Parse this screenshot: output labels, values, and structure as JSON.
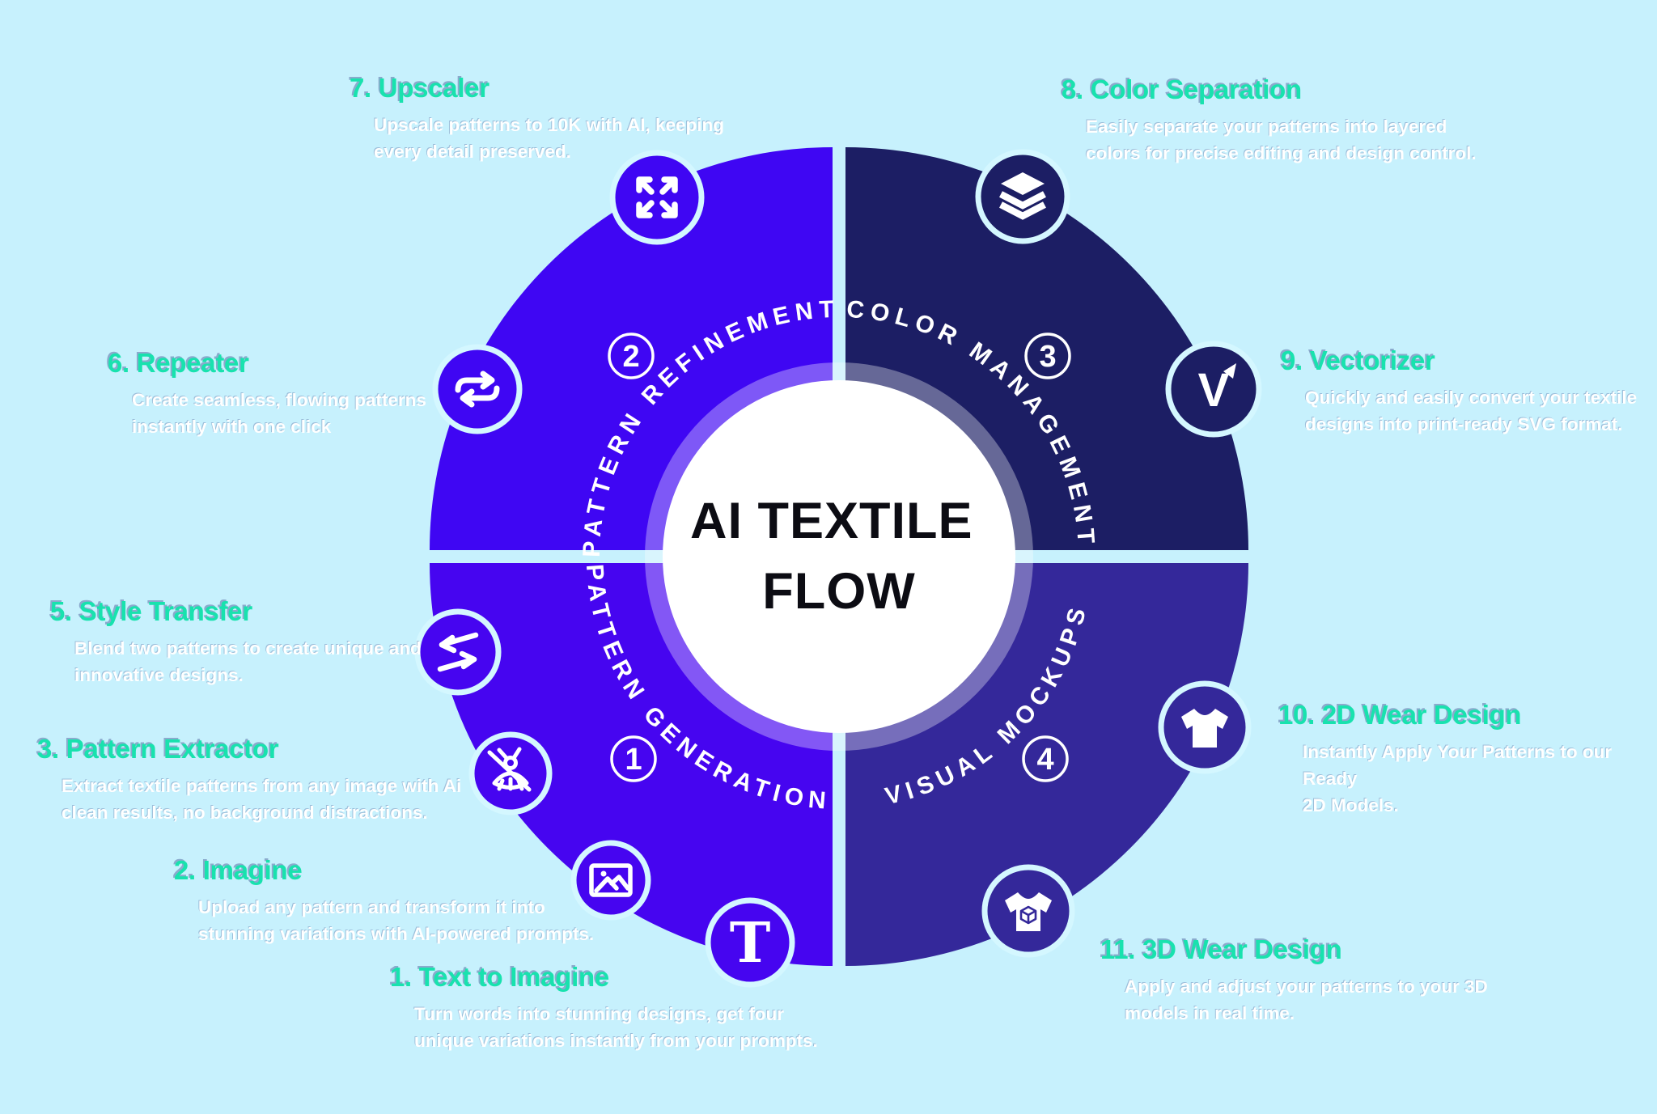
{
  "title": {
    "line1": "AI TEXTILE",
    "line2": "FLOW"
  },
  "quadrants": {
    "pattern_refinement": {
      "label": "PATTERN REFINEMENT",
      "number": "2"
    },
    "color_management": {
      "label": "COLOR MANAGEMENT",
      "number": "3"
    },
    "pattern_generation": {
      "label": "PATTERN GENERATION",
      "number": "1"
    },
    "visual_mockups": {
      "label": "VISUAL MOCKUPS",
      "number": "4"
    }
  },
  "steps": {
    "text_to_imagine": {
      "title": "1. Text to Imagine",
      "desc": "Turn words into stunning designs, get four\nunique variations instantly from your prompts."
    },
    "imagine": {
      "title": "2. Imagine",
      "desc": "Upload any pattern and transform it into\nstunning variations with AI-powered prompts."
    },
    "pattern_extractor": {
      "title": "3. Pattern Extractor",
      "desc": "Extract textile patterns from any image with Ai\nclean results, no background distractions."
    },
    "style_transfer": {
      "title": "5. Style Transfer",
      "desc": "Blend two patterns to create unique and\ninnovative designs."
    },
    "repeater": {
      "title": "6. Repeater",
      "desc": "Create seamless, flowing patterns\ninstantly with one click"
    },
    "upscaler": {
      "title": "7. Upscaler",
      "desc": "Upscale patterns to 10K with AI, keeping\nevery detail preserved."
    },
    "color_separation": {
      "title": "8. Color Separation",
      "desc": "Easily separate your patterns into layered\ncolors for precise editing and design control."
    },
    "vectorizer": {
      "title": "9. Vectorizer",
      "desc": "Quickly and easily convert your textile\ndesigns into print-ready SVG format."
    },
    "wear_2d": {
      "title": "10. 2D Wear Design",
      "desc": "Instantly Apply Your Patterns to our Ready\n2D Models."
    },
    "wear_3d": {
      "title": "11. 3D Wear Design",
      "desc": "Apply and adjust your patterns to your 3D\nmodels in real time."
    }
  },
  "icons": {
    "expand": "expand-arrows-icon",
    "layers": "layers-icon",
    "repeat": "repeat-loop-icon",
    "vectorizer": "v-arrow-icon",
    "style_transfer": "swap-arrows-icon",
    "firefly": "firefly-icon",
    "image": "image-icon",
    "text": "serif-t-icon",
    "tshirt_2d": "tshirt-icon",
    "tshirt_3d": "tshirt-3d-cube-icon"
  },
  "colors": {
    "background": "#c7f1fd",
    "quadrant_top_left": "#3f06f3",
    "quadrant_top_right": "#1c1e64",
    "quadrant_bottom_left": "#4605f0",
    "quadrant_bottom_right": "#34289a",
    "heading_teal": "#18e2ae",
    "description_text": "#ffffff",
    "center_circle": "#ffffff",
    "center_text": "#0c0c13",
    "icon_halo": "#d4f7ff"
  }
}
